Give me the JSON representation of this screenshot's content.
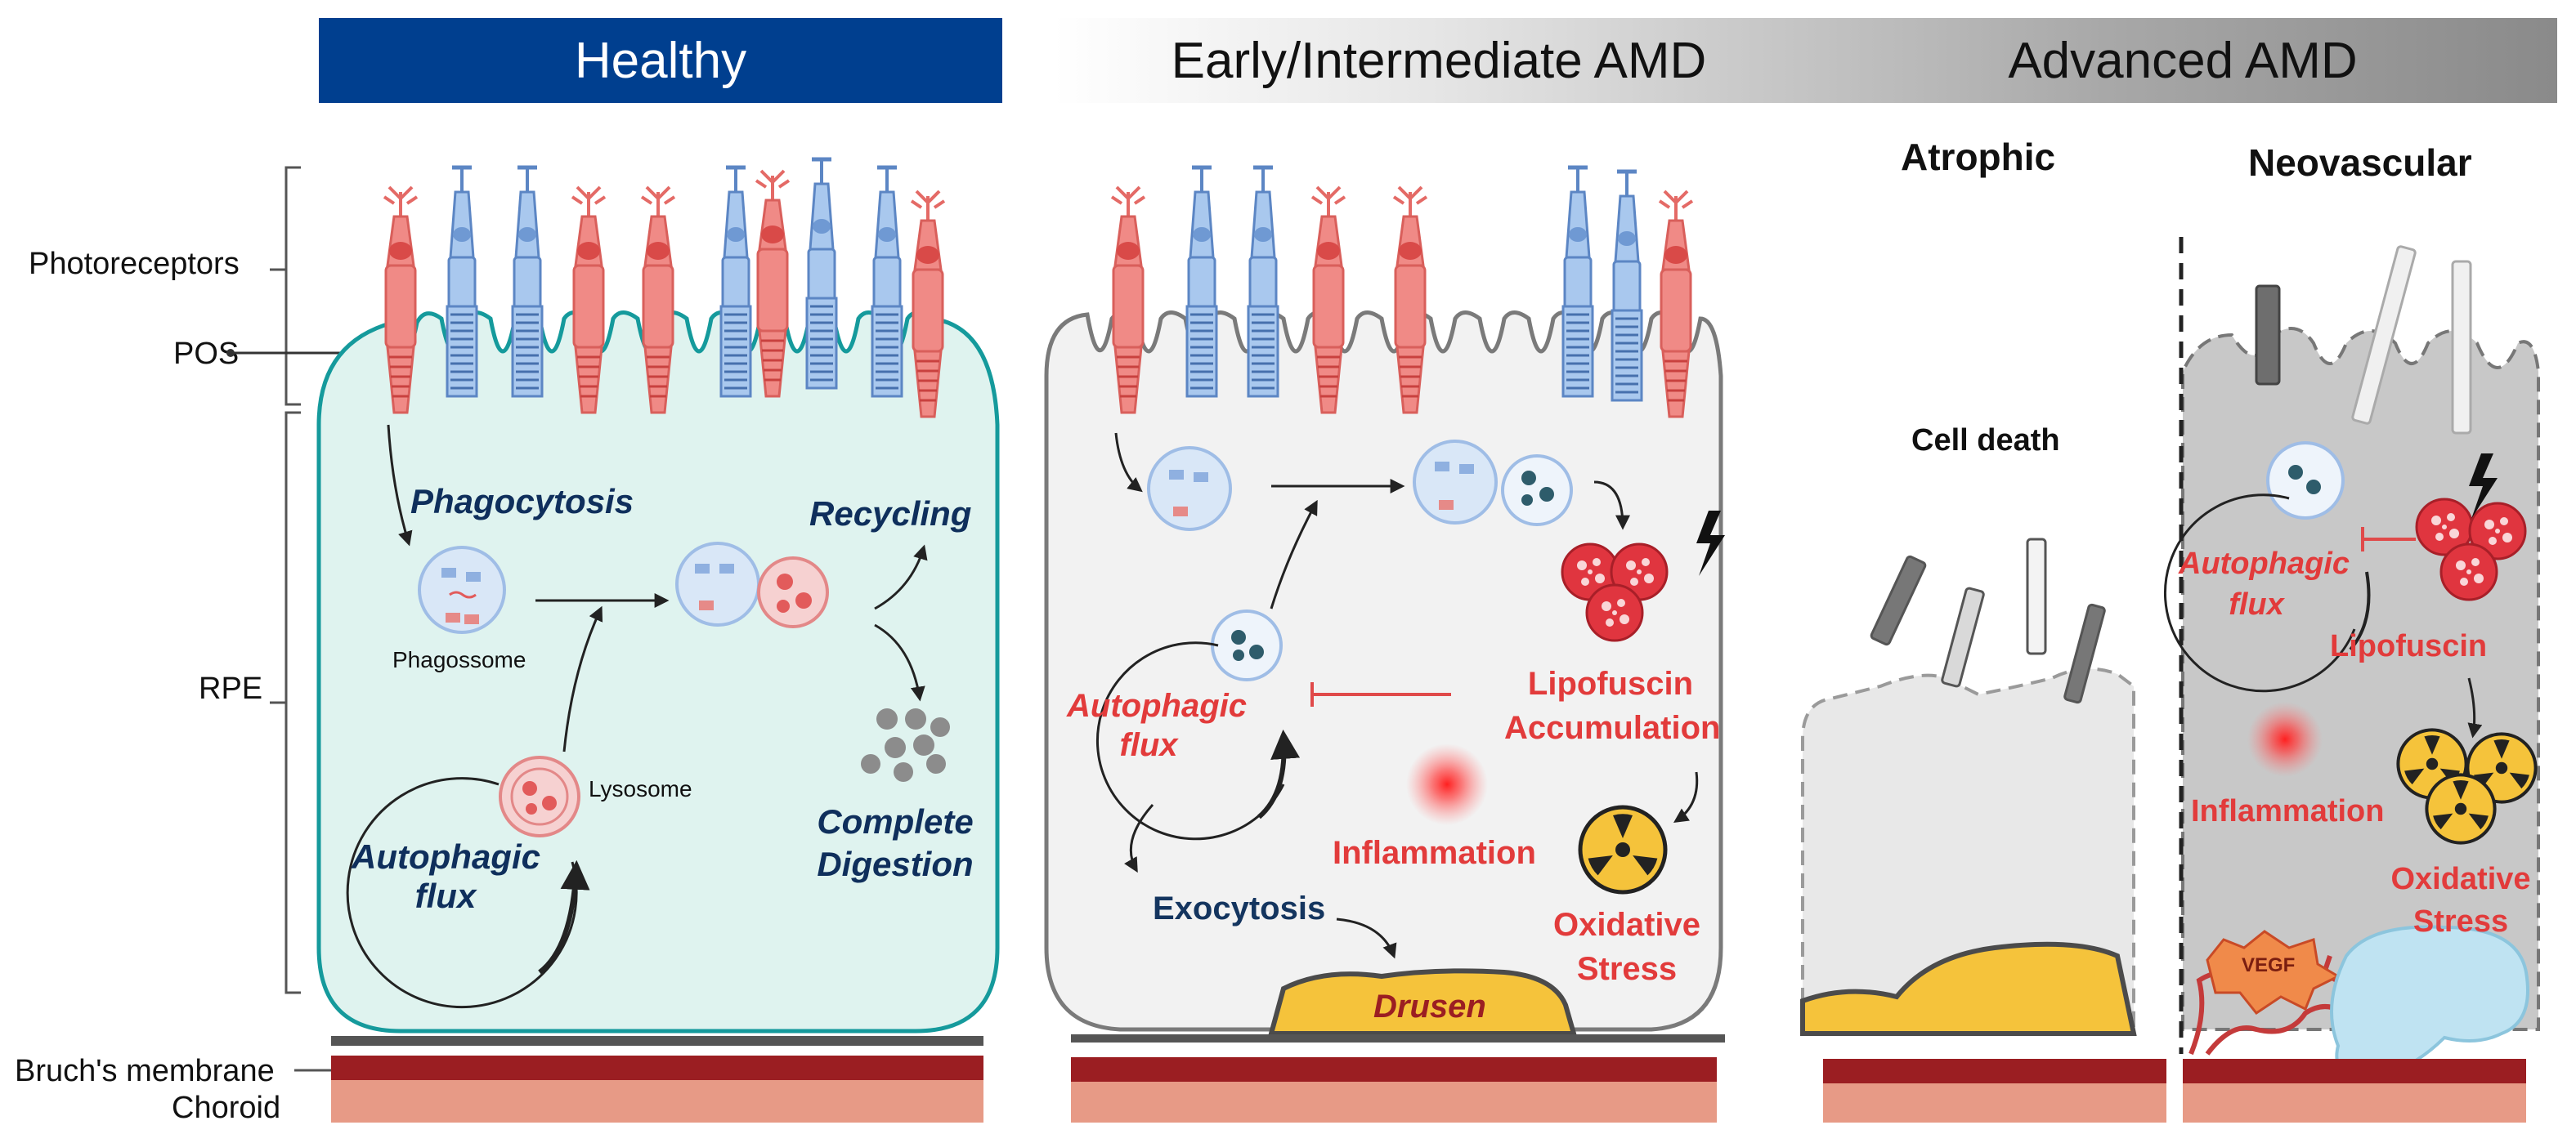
{
  "headers": {
    "healthy": "Healthy",
    "early": "Early/Intermediate AMD",
    "advanced": "Advanced AMD"
  },
  "left_labels": {
    "photoreceptors": "Photoreceptors",
    "pos": "POS",
    "rpe": "RPE",
    "bruchs": "Bruch's membrane",
    "choroid": "Choroid"
  },
  "healthy": {
    "phagocytosis": "Phagocytosis",
    "phagosome": "Phagossome",
    "recycling": "Recycling",
    "lysosome": "Lysosome",
    "autophagic_1": "Autophagic",
    "autophagic_2": "flux",
    "complete_1": "Complete",
    "complete_2": "Digestion"
  },
  "early": {
    "autophagic_1": "Autophagic",
    "autophagic_2": "flux",
    "lipofuscin_1": "Lipofuscin",
    "lipofuscin_2": "Accumulation",
    "inflammation": "Inflammation",
    "exocytosis": "Exocytosis",
    "oxidative_1": "Oxidative",
    "oxidative_2": "Stress",
    "drusen": "Drusen"
  },
  "advanced": {
    "atrophic": "Atrophic",
    "neovascular": "Neovascular",
    "cell_death": "Cell death",
    "autophagic_1": "Autophagic",
    "autophagic_2": "flux",
    "lipofuscin": "Lipofuscin",
    "inflammation": "Inflammation",
    "oxidative_1": "Oxidative",
    "oxidative_2": "Stress",
    "vegf": "VEGF"
  },
  "colors": {
    "healthy_header": "#003f8f",
    "healthy_cell": "#dff3ef",
    "healthy_border": "#159a9c",
    "rod": "#a9c8ee",
    "cone": "#f08a86",
    "lipofuscin": "#e0353f",
    "drusen": "#f5c33b",
    "choroid": "#e79a86",
    "bruchs": "#9b1e22"
  }
}
